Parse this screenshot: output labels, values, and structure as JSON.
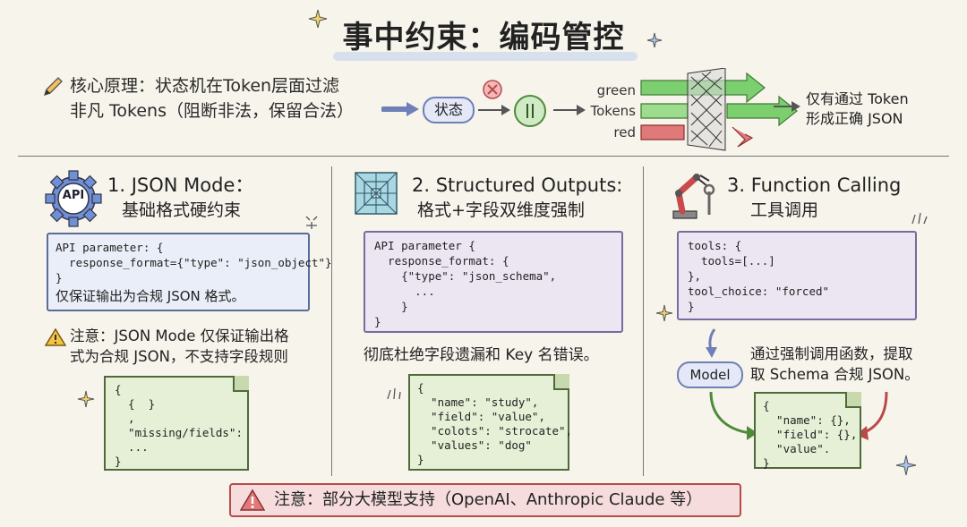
{
  "title": "事中约束：编码管控",
  "principle": {
    "line1": "核心原理：状态机在Token层面过滤",
    "line2": "非凡 Tokens（阻断非法，保留合法）"
  },
  "flow": {
    "state_label": "状态",
    "token_labels": [
      "green",
      "Tokens",
      "red"
    ],
    "result_line1": "仅有通过 Token",
    "result_line2": "形成正确 JSON"
  },
  "sections": [
    {
      "heading": "1. JSON Mode：",
      "subheading": "基础格式硬约束",
      "icon_text": "API",
      "code": "API parameter: {\n  response_format={\"type\": \"json_object\"}\n}",
      "code_note": "仅保证输出为合规 JSON 格式。",
      "warning_line1": "注意：JSON Mode 仅保证输出格",
      "warning_line2": "式为合规 JSON，不支持字段规则",
      "example": "{\n  {  }\n  ,\n  \"missing/fields\": [\n  ...\n}"
    },
    {
      "heading": "2. Structured Outputs:",
      "subheading": "格式+字段双维度强制",
      "code": "API parameter {\n  response_format: {\n    {\"type\": \"json_schema\",\n      ...\n    }\n}",
      "description": "彻底杜绝字段遗漏和 Key 名错误。",
      "example": "{\n  \"name\": \"study\",\n  \"field\": \"value\",\n  \"colots\": \"strocate\",\n  \"values\": \"dog\"\n}"
    },
    {
      "heading": "3. Function Calling",
      "subheading": "工具调用",
      "code": "tools: {\n  tools=[...]\n},\ntool_choice: \"forced\"\n}",
      "model_label": "Model",
      "description_line1": "通过强制调用函数，提取",
      "description_line2": "取 Schema 合规 JSON。",
      "example": "{\n  \"name\": {},\n  \"field\": {},\n  \"value\".\n}"
    }
  ],
  "footer": "注意：部分大模型支持（OpenAI、Anthropic Claude 等）",
  "colors": {
    "green_bar": "#7ccf6e",
    "red_bar": "#e07a7a",
    "blue_box": "#e9eef8",
    "purple_box": "#ece6f3",
    "green_note": "#e6f0d6",
    "warning": "#f4c542",
    "footer_red": "#b84a4a"
  }
}
